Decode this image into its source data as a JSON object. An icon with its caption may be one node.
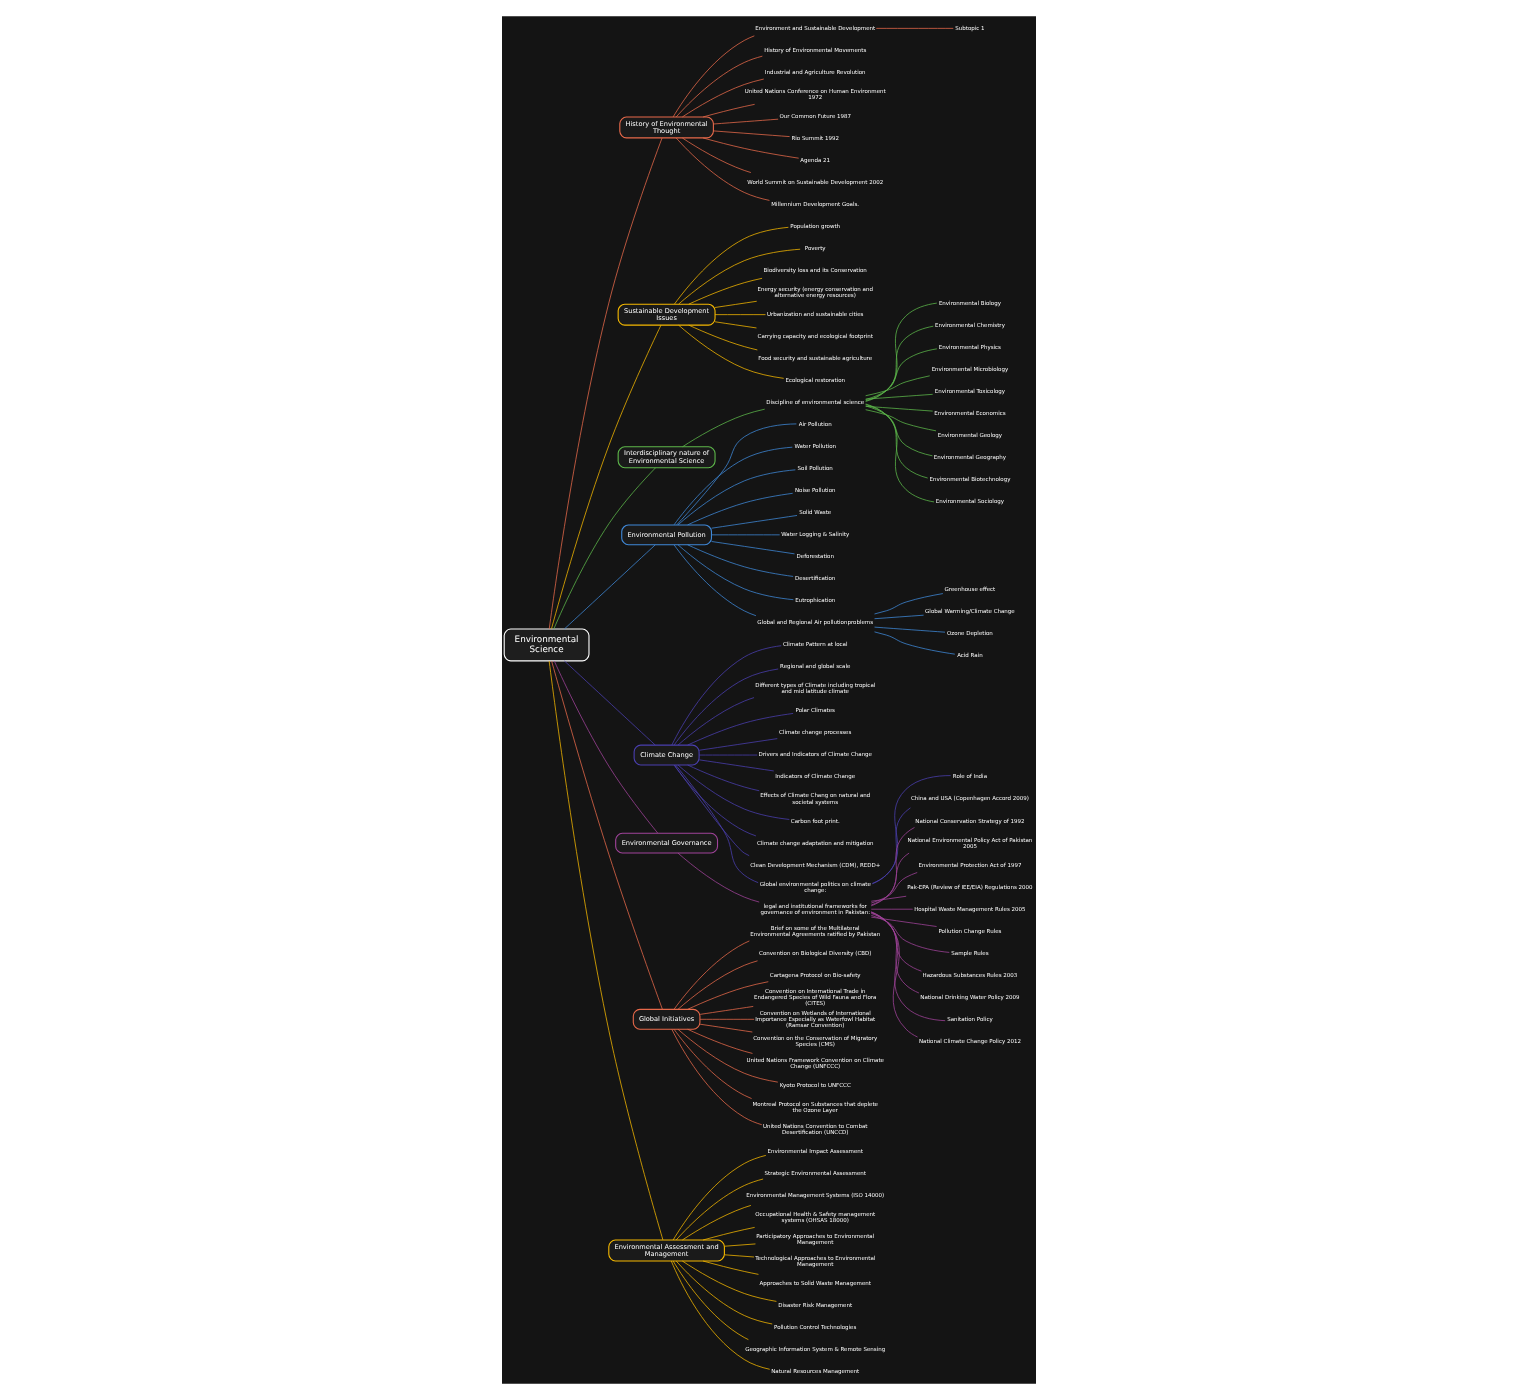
{
  "diagram": {
    "nodes": [
      {
        "text": [
          "Environmental Science"
        ]
      },
      {
        "text": [
          "History of Environmental Thought"
        ]
      },
      {
        "text": [
          "Environment and Sustainable Development"
        ]
      },
      {
        "text": [
          "Subtopic 1"
        ]
      },
      {
        "text": [
          "History of Environmental Movements"
        ]
      },
      {
        "text": [
          "Industrial and Agriculture Revolution"
        ]
      },
      {
        "text": [
          "United Nations Conference on Human Environment 1972"
        ]
      },
      {
        "text": [
          "Our Common Future 1987"
        ]
      },
      {
        "text": [
          "Rio Summit 1992"
        ]
      },
      {
        "text": [
          "Agenda 21"
        ]
      },
      {
        "text": [
          "World Summit on Sustainable Development 2002"
        ]
      },
      {
        "text": [
          "Millennium Development Goals."
        ]
      },
      {
        "text": [
          "Sustainable Development Issues"
        ]
      },
      {
        "text": [
          "Population growth"
        ]
      },
      {
        "text": [
          "Poverty"
        ]
      },
      {
        "text": [
          "Biodiversity loss and its Conservation"
        ]
      },
      {
        "text": [
          "Energy security (energy conservation and alternative energy resources)"
        ]
      },
      {
        "text": [
          "Urbanization and sustainable cities"
        ]
      },
      {
        "text": [
          "Carrying capacity and ecological footprint"
        ]
      },
      {
        "text": [
          "Food security and sustainable agriculture"
        ]
      },
      {
        "text": [
          "Ecological restoration"
        ]
      },
      {
        "text": [
          "Interdisciplinary nature of Environmental Science"
        ]
      },
      {
        "text": [
          "Discipline of environmental science"
        ]
      },
      {
        "text": [
          "Environmental Biology"
        ]
      },
      {
        "text": [
          "Environmental Chemistry"
        ]
      },
      {
        "text": [
          "Environmental Physics"
        ]
      },
      {
        "text": [
          "Environmental Microbiology"
        ]
      },
      {
        "text": [
          "Environmental Toxicology"
        ]
      },
      {
        "text": [
          "Environmental Economics"
        ]
      },
      {
        "text": [
          "Environmental Geology"
        ]
      },
      {
        "text": [
          "Environmental Geography"
        ]
      },
      {
        "text": [
          "Environmental Biotechnology"
        ]
      },
      {
        "text": [
          "Environmental Sociology"
        ]
      },
      {
        "text": [
          "Environmental Pollution"
        ]
      },
      {
        "text": [
          "Air Pollution"
        ]
      },
      {
        "text": [
          "Water Pollution"
        ]
      },
      {
        "text": [
          "Soil Pollution"
        ]
      },
      {
        "text": [
          "Noise Pollution"
        ]
      },
      {
        "text": [
          "Solid Waste"
        ]
      },
      {
        "text": [
          "Water Logging & Salinity"
        ]
      },
      {
        "text": [
          "Deforestation"
        ]
      },
      {
        "text": [
          "Desertification"
        ]
      },
      {
        "text": [
          "Eutrophication"
        ]
      },
      {
        "text": [
          "Global and Regional Air pollutionproblems"
        ]
      },
      {
        "text": [
          "Greenhouse effect"
        ]
      },
      {
        "text": [
          "Global Warming/Climate Change"
        ]
      },
      {
        "text": [
          "Ozone Depletion"
        ]
      },
      {
        "text": [
          "Acid Rain"
        ]
      },
      {
        "text": [
          "Climate Change"
        ]
      },
      {
        "text": [
          "Climate Pattern at local"
        ]
      },
      {
        "text": [
          "Regional and global scale"
        ]
      },
      {
        "text": [
          "Different types of Climate including tropical and mid latitude climate"
        ]
      },
      {
        "text": [
          "Polar Climates"
        ]
      },
      {
        "text": [
          "Climate change processes"
        ]
      },
      {
        "text": [
          "Drivers and Indicators of Climate Change"
        ]
      },
      {
        "text": [
          "Indicators of Climate Change"
        ]
      },
      {
        "text": [
          "Effects of Climate Chang on natural and societal systems"
        ]
      },
      {
        "text": [
          "Carbon foot print."
        ]
      },
      {
        "text": [
          "Climate change adaptation and mitigation"
        ]
      },
      {
        "text": [
          "Clean Development Mechanism (CDM), REDD+"
        ]
      },
      {
        "text": [
          "Global environmental politics on climate change:"
        ]
      },
      {
        "text": [
          "Role of India"
        ]
      },
      {
        "text": [
          "China and USA (Copenhagen Accord 2009)"
        ]
      },
      {
        "text": [
          "Environmental Governance"
        ]
      },
      {
        "text": [
          "legal and institutional frameworks for governance of environment in Pakistan:"
        ]
      },
      {
        "text": [
          "National Conservation Strategy of 1992"
        ]
      },
      {
        "text": [
          "National Environmental Policy Act of Pakistan 2005"
        ]
      },
      {
        "text": [
          "Environmental Protection Act of 1997"
        ]
      },
      {
        "text": [
          "Pak-EPA (Review of IEE/EIA) Regulations 2000"
        ]
      },
      {
        "text": [
          "Hospital Waste Management Rules 2005"
        ]
      },
      {
        "text": [
          "Pollution Change Rules"
        ]
      },
      {
        "text": [
          "Sample Rules"
        ]
      },
      {
        "text": [
          "Hazardous Substances Rules 2003"
        ]
      },
      {
        "text": [
          "National Drinking Water Policy 2009"
        ]
      },
      {
        "text": [
          "Sanitation Policy"
        ]
      },
      {
        "text": [
          "National Climate Change Policy 2012"
        ]
      },
      {
        "text": [
          "Global Initiatives"
        ]
      },
      {
        "text": [
          "Brief on some of the Multilateral Environmental Agreements ratified by Pakistan"
        ]
      },
      {
        "text": [
          "Convention on Biological Diversity (CBD)"
        ]
      },
      {
        "text": [
          "Cartagena Protocol on Bio-safety"
        ]
      },
      {
        "text": [
          "Convention on International Trade in Endangered Species of Wild Fauna and Flora (CITES)"
        ]
      },
      {
        "text": [
          "Convention on Wetlands of International Importance Especially as Waterfowl Habitat (Ramsar Convention)"
        ]
      },
      {
        "text": [
          "Convention on the Conservation of Migratory Species (CMS)"
        ]
      },
      {
        "text": [
          "United Nations Framework Convention on Climate Change (UNFCCC)"
        ]
      },
      {
        "text": [
          "Kyoto Protocol to UNFCCC"
        ]
      },
      {
        "text": [
          "Montreal Protocol on Substances that deplete the Ozone Layer"
        ]
      },
      {
        "text": [
          "United Nations Convention to Combat Desertification (UNCCD)"
        ]
      },
      {
        "text": [
          "Environmental Assessment and Management"
        ]
      },
      {
        "text": [
          "Environmental Impact Assessment"
        ]
      },
      {
        "text": [
          "Strategic Environmental Assessment"
        ]
      },
      {
        "text": [
          "Environmental Management Systems (ISO 14000)"
        ]
      },
      {
        "text": [
          "Occupational Health & Safety management systems (OHSAS 18000)"
        ]
      },
      {
        "text": [
          "Participatory Approaches to Environmental Management"
        ]
      },
      {
        "text": [
          "Technological Approaches to Environmental Management"
        ]
      },
      {
        "text": [
          "Approaches to Solid Waste Management"
        ]
      },
      {
        "text": [
          "Disaster Risk Management"
        ]
      },
      {
        "text": [
          "Pollution Control Technologies"
        ]
      },
      {
        "text": [
          "Geographic Information System & Remote Sensing"
        ]
      },
      {
        "text": [
          "Natural Resources Management"
        ]
      }
    ],
    "edges": [
      {
        "from": 0,
        "to": 1,
        "arrow": "none",
        "color": "#e8694a"
      },
      {
        "from": 1,
        "to": 2,
        "arrow": "none",
        "color": "#e8694a"
      },
      {
        "from": 2,
        "to": 3,
        "arrow": "none",
        "color": "#e8694a"
      },
      {
        "from": 1,
        "to": 4,
        "arrow": "none",
        "color": "#e8694a"
      },
      {
        "from": 1,
        "to": 5,
        "arrow": "none",
        "color": "#e8694a"
      },
      {
        "from": 1,
        "to": 6,
        "arrow": "none",
        "color": "#e8694a"
      },
      {
        "from": 1,
        "to": 7,
        "arrow": "none",
        "color": "#e8694a"
      },
      {
        "from": 1,
        "to": 8,
        "arrow": "none",
        "color": "#e8694a"
      },
      {
        "from": 1,
        "to": 9,
        "arrow": "none",
        "color": "#e8694a"
      },
      {
        "from": 1,
        "to": 10,
        "arrow": "none",
        "color": "#e8694a"
      },
      {
        "from": 1,
        "to": 11,
        "arrow": "none",
        "color": "#e8694a"
      },
      {
        "from": 0,
        "to": 12,
        "arrow": "none",
        "color": "#f5b800"
      },
      {
        "from": 12,
        "to": 13,
        "arrow": "none",
        "color": "#f5b800"
      },
      {
        "from": 12,
        "to": 14,
        "arrow": "none",
        "color": "#f5b800"
      },
      {
        "from": 12,
        "to": 15,
        "arrow": "none",
        "color": "#f5b800"
      },
      {
        "from": 12,
        "to": 16,
        "arrow": "none",
        "color": "#f5b800"
      },
      {
        "from": 12,
        "to": 17,
        "arrow": "none",
        "color": "#f5b800"
      },
      {
        "from": 12,
        "to": 18,
        "arrow": "none",
        "color": "#f5b800"
      },
      {
        "from": 12,
        "to": 19,
        "arrow": "none",
        "color": "#f5b800"
      },
      {
        "from": 12,
        "to": 20,
        "arrow": "none",
        "color": "#f5b800"
      },
      {
        "from": 0,
        "to": 21,
        "arrow": "none",
        "color": "#5db74a"
      },
      {
        "from": 21,
        "to": 22,
        "arrow": "none",
        "color": "#5db74a"
      },
      {
        "from": 22,
        "to": 23,
        "arrow": "none",
        "color": "#5db74a"
      },
      {
        "from": 22,
        "to": 24,
        "arrow": "none",
        "color": "#5db74a"
      },
      {
        "from": 22,
        "to": 25,
        "arrow": "none",
        "color": "#5db74a"
      },
      {
        "from": 22,
        "to": 26,
        "arrow": "none",
        "color": "#5db74a"
      },
      {
        "from": 22,
        "to": 27,
        "arrow": "none",
        "color": "#5db74a"
      },
      {
        "from": 22,
        "to": 28,
        "arrow": "none",
        "color": "#5db74a"
      },
      {
        "from": 22,
        "to": 29,
        "arrow": "none",
        "color": "#5db74a"
      },
      {
        "from": 22,
        "to": 30,
        "arrow": "none",
        "color": "#5db74a"
      },
      {
        "from": 22,
        "to": 31,
        "arrow": "none",
        "color": "#5db74a"
      },
      {
        "from": 22,
        "to": 32,
        "arrow": "none",
        "color": "#5db74a"
      },
      {
        "from": 0,
        "to": 33,
        "arrow": "none",
        "color": "#3f88d8"
      },
      {
        "from": 33,
        "to": 34,
        "arrow": "none",
        "color": "#3f88d8"
      },
      {
        "from": 33,
        "to": 35,
        "arrow": "none",
        "color": "#3f88d8"
      },
      {
        "from": 33,
        "to": 36,
        "arrow": "none",
        "color": "#3f88d8"
      },
      {
        "from": 33,
        "to": 37,
        "arrow": "none",
        "color": "#3f88d8"
      },
      {
        "from": 33,
        "to": 38,
        "arrow": "none",
        "color": "#3f88d8"
      },
      {
        "from": 33,
        "to": 39,
        "arrow": "none",
        "color": "#3f88d8"
      },
      {
        "from": 33,
        "to": 40,
        "arrow": "none",
        "color": "#3f88d8"
      },
      {
        "from": 33,
        "to": 41,
        "arrow": "none",
        "color": "#3f88d8"
      },
      {
        "from": 33,
        "to": 42,
        "arrow": "none",
        "color": "#3f88d8"
      },
      {
        "from": 33,
        "to": 43,
        "arrow": "none",
        "color": "#3f88d8"
      },
      {
        "from": 43,
        "to": 44,
        "arrow": "none",
        "color": "#3f88d8"
      },
      {
        "from": 43,
        "to": 45,
        "arrow": "none",
        "color": "#3f88d8"
      },
      {
        "from": 43,
        "to": 46,
        "arrow": "none",
        "color": "#3f88d8"
      },
      {
        "from": 43,
        "to": 47,
        "arrow": "none",
        "color": "#3f88d8"
      },
      {
        "from": 0,
        "to": 48,
        "arrow": "none",
        "color": "#4a3fb0"
      },
      {
        "from": 48,
        "to": 49,
        "arrow": "none",
        "color": "#4a3fb0"
      },
      {
        "from": 48,
        "to": 50,
        "arrow": "none",
        "color": "#4a3fb0"
      },
      {
        "from": 48,
        "to": 51,
        "arrow": "none",
        "color": "#4a3fb0"
      },
      {
        "from": 48,
        "to": 52,
        "arrow": "none",
        "color": "#4a3fb0"
      },
      {
        "from": 48,
        "to": 53,
        "arrow": "none",
        "color": "#4a3fb0"
      },
      {
        "from": 48,
        "to": 54,
        "arrow": "none",
        "color": "#4a3fb0"
      },
      {
        "from": 48,
        "to": 55,
        "arrow": "none",
        "color": "#4a3fb0"
      },
      {
        "from": 48,
        "to": 56,
        "arrow": "none",
        "color": "#4a3fb0"
      },
      {
        "from": 48,
        "to": 57,
        "arrow": "none",
        "color": "#4a3fb0"
      },
      {
        "from": 48,
        "to": 58,
        "arrow": "none",
        "color": "#4a3fb0"
      },
      {
        "from": 48,
        "to": 59,
        "arrow": "none",
        "color": "#4a3fb0"
      },
      {
        "from": 48,
        "to": 60,
        "arrow": "none",
        "color": "#4a3fb0"
      },
      {
        "from": 60,
        "to": 61,
        "arrow": "none",
        "color": "#4a3fb0"
      },
      {
        "from": 60,
        "to": 62,
        "arrow": "none",
        "color": "#4a3fb0"
      },
      {
        "from": 0,
        "to": 63,
        "arrow": "none",
        "color": "#a0439a"
      },
      {
        "from": 63,
        "to": 64,
        "arrow": "none",
        "color": "#a0439a"
      },
      {
        "from": 64,
        "to": 65,
        "arrow": "none",
        "color": "#a0439a"
      },
      {
        "from": 64,
        "to": 66,
        "arrow": "none",
        "color": "#a0439a"
      },
      {
        "from": 64,
        "to": 67,
        "arrow": "none",
        "color": "#a0439a"
      },
      {
        "from": 64,
        "to": 68,
        "arrow": "none",
        "color": "#a0439a"
      },
      {
        "from": 64,
        "to": 69,
        "arrow": "none",
        "color": "#a0439a"
      },
      {
        "from": 64,
        "to": 70,
        "arrow": "none",
        "color": "#a0439a"
      },
      {
        "from": 64,
        "to": 71,
        "arrow": "none",
        "color": "#a0439a"
      },
      {
        "from": 64,
        "to": 72,
        "arrow": "none",
        "color": "#a0439a"
      },
      {
        "from": 64,
        "to": 73,
        "arrow": "none",
        "color": "#a0439a"
      },
      {
        "from": 64,
        "to": 74,
        "arrow": "none",
        "color": "#a0439a"
      },
      {
        "from": 64,
        "to": 75,
        "arrow": "none",
        "color": "#a0439a"
      },
      {
        "from": 0,
        "to": 76,
        "arrow": "none",
        "color": "#e8694a"
      },
      {
        "from": 76,
        "to": 77,
        "arrow": "none",
        "color": "#e8694a"
      },
      {
        "from": 76,
        "to": 78,
        "arrow": "none",
        "color": "#e8694a"
      },
      {
        "from": 76,
        "to": 79,
        "arrow": "none",
        "color": "#e8694a"
      },
      {
        "from": 76,
        "to": 80,
        "arrow": "none",
        "color": "#e8694a"
      },
      {
        "from": 76,
        "to": 81,
        "arrow": "none",
        "color": "#e8694a"
      },
      {
        "from": 76,
        "to": 82,
        "arrow": "none",
        "color": "#e8694a"
      },
      {
        "from": 76,
        "to": 83,
        "arrow": "none",
        "color": "#e8694a"
      },
      {
        "from": 76,
        "to": 84,
        "arrow": "none",
        "color": "#e8694a"
      },
      {
        "from": 76,
        "to": 85,
        "arrow": "none",
        "color": "#e8694a"
      },
      {
        "from": 76,
        "to": 86,
        "arrow": "none",
        "color": "#e8694a"
      },
      {
        "from": 0,
        "to": 87,
        "arrow": "none",
        "color": "#f5b800"
      },
      {
        "from": 87,
        "to": 88,
        "arrow": "none",
        "color": "#f5b800"
      },
      {
        "from": 87,
        "to": 89,
        "arrow": "none",
        "color": "#f5b800"
      },
      {
        "from": 87,
        "to": 90,
        "arrow": "none",
        "color": "#f5b800"
      },
      {
        "from": 87,
        "to": 91,
        "arrow": "none",
        "color": "#f5b800"
      },
      {
        "from": 87,
        "to": 92,
        "arrow": "none",
        "color": "#f5b800"
      },
      {
        "from": 87,
        "to": 93,
        "arrow": "none",
        "color": "#f5b800"
      },
      {
        "from": 87,
        "to": 94,
        "arrow": "none",
        "color": "#f5b800"
      },
      {
        "from": 87,
        "to": 95,
        "arrow": "none",
        "color": "#f5b800"
      },
      {
        "from": 87,
        "to": 96,
        "arrow": "none",
        "color": "#f5b800"
      },
      {
        "from": 87,
        "to": 97,
        "arrow": "none",
        "color": "#f5b800"
      },
      {
        "from": 87,
        "to": 98,
        "arrow": "none",
        "color": "#f5b800"
      }
    ]
  }
}
